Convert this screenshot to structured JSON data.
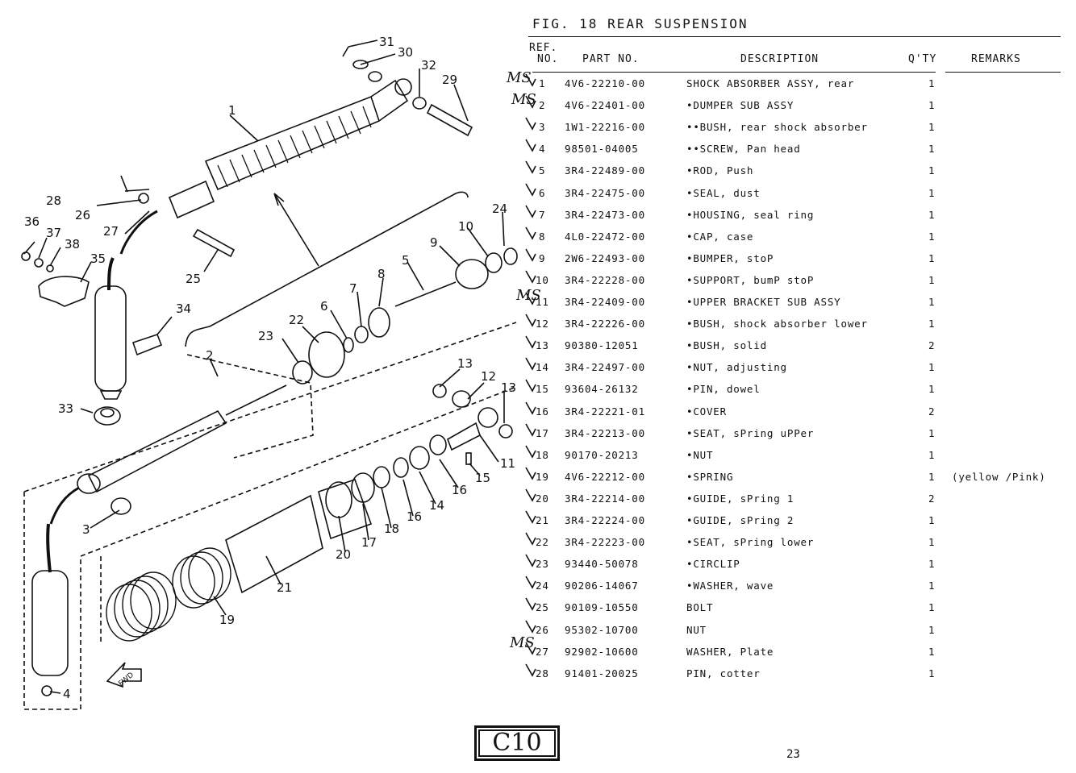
{
  "figure": {
    "title": "FIG. 18  REAR SUSPENSION"
  },
  "table": {
    "headers": {
      "ref": "REF.",
      "no": "NO.",
      "part_no": "PART NO.",
      "description": "DESCRIPTION",
      "qty": "Q'TY",
      "remarks": "REMARKS"
    },
    "rows": [
      {
        "ref": "1",
        "part_no": "4V6-22210-00",
        "description": "SHOCK ABSORBER ASSY, rear",
        "qty": "1",
        "remarks": ""
      },
      {
        "ref": "2",
        "part_no": "4V6-22401-00",
        "description": "•DUMPER SUB ASSY",
        "qty": "1",
        "remarks": ""
      },
      {
        "ref": "3",
        "part_no": "1W1-22216-00",
        "description": "••BUSH, rear shock absorber",
        "qty": "1",
        "remarks": ""
      },
      {
        "ref": "4",
        "part_no": "98501-04005",
        "description": "••SCREW, Pan head",
        "qty": "1",
        "remarks": ""
      },
      {
        "ref": "5",
        "part_no": "3R4-22489-00",
        "description": "•ROD, Push",
        "qty": "1",
        "remarks": ""
      },
      {
        "ref": "6",
        "part_no": "3R4-22475-00",
        "description": "•SEAL, dust",
        "qty": "1",
        "remarks": ""
      },
      {
        "ref": "7",
        "part_no": "3R4-22473-00",
        "description": "•HOUSING, seal ring",
        "qty": "1",
        "remarks": ""
      },
      {
        "ref": "8",
        "part_no": "4L0-22472-00",
        "description": "•CAP, case",
        "qty": "1",
        "remarks": ""
      },
      {
        "ref": "9",
        "part_no": "2W6-22493-00",
        "description": "•BUMPER, stoP",
        "qty": "1",
        "remarks": ""
      },
      {
        "ref": "10",
        "part_no": "3R4-22228-00",
        "description": "•SUPPORT, bumP stoP",
        "qty": "1",
        "remarks": ""
      },
      {
        "ref": "11",
        "part_no": "3R4-22409-00",
        "description": "•UPPER BRACKET SUB ASSY",
        "qty": "1",
        "remarks": ""
      },
      {
        "ref": "12",
        "part_no": "3R4-22226-00",
        "description": "•BUSH, shock absorber lower",
        "qty": "1",
        "remarks": ""
      },
      {
        "ref": "13",
        "part_no": "90380-12051",
        "description": "•BUSH, solid",
        "qty": "2",
        "remarks": ""
      },
      {
        "ref": "14",
        "part_no": "3R4-22497-00",
        "description": "•NUT, adjusting",
        "qty": "1",
        "remarks": ""
      },
      {
        "ref": "15",
        "part_no": "93604-26132",
        "description": "•PIN, dowel",
        "qty": "1",
        "remarks": ""
      },
      {
        "ref": "16",
        "part_no": "3R4-22221-01",
        "description": "•COVER",
        "qty": "2",
        "remarks": ""
      },
      {
        "ref": "17",
        "part_no": "3R4-22213-00",
        "description": "•SEAT, sPring uPPer",
        "qty": "1",
        "remarks": ""
      },
      {
        "ref": "18",
        "part_no": "90170-20213",
        "description": "•NUT",
        "qty": "1",
        "remarks": ""
      },
      {
        "ref": "19",
        "part_no": "4V6-22212-00",
        "description": "•SPRING",
        "qty": "1",
        "remarks": "(yellow /Pink)"
      },
      {
        "ref": "20",
        "part_no": "3R4-22214-00",
        "description": "•GUIDE, sPring 1",
        "qty": "2",
        "remarks": ""
      },
      {
        "ref": "21",
        "part_no": "3R4-22224-00",
        "description": "•GUIDE, sPring 2",
        "qty": "1",
        "remarks": ""
      },
      {
        "ref": "22",
        "part_no": "3R4-22223-00",
        "description": "•SEAT, sPring lower",
        "qty": "1",
        "remarks": ""
      },
      {
        "ref": "23",
        "part_no": "93440-50078",
        "description": "•CIRCLIP",
        "qty": "1",
        "remarks": ""
      },
      {
        "ref": "24",
        "part_no": "90206-14067",
        "description": "•WASHER, wave",
        "qty": "1",
        "remarks": ""
      },
      {
        "ref": "25",
        "part_no": "90109-10550",
        "description": "BOLT",
        "qty": "1",
        "remarks": ""
      },
      {
        "ref": "26",
        "part_no": "95302-10700",
        "description": "NUT",
        "qty": "1",
        "remarks": ""
      },
      {
        "ref": "27",
        "part_no": "92902-10600",
        "description": "WASHER, Plate",
        "qty": "1",
        "remarks": ""
      },
      {
        "ref": "28",
        "part_no": "91401-20025",
        "description": "PIN, cotter",
        "qty": "1",
        "remarks": ""
      }
    ]
  },
  "annotations": {
    "handwritten": "MS"
  },
  "diagram_callouts": [
    "31",
    "30",
    "32",
    "29",
    "1",
    "28",
    "26",
    "27",
    "36",
    "37",
    "38",
    "35",
    "25",
    "34",
    "24",
    "10",
    "9",
    "5",
    "8",
    "7",
    "6",
    "22",
    "23",
    "2",
    "33",
    "13",
    "12",
    "13",
    "11",
    "15",
    "16",
    "14",
    "16",
    "18",
    "17",
    "20",
    "21",
    "19",
    "3",
    "4"
  ],
  "fwd_label": "FWD",
  "footer": {
    "section_code": "C10",
    "page_number": "23"
  }
}
